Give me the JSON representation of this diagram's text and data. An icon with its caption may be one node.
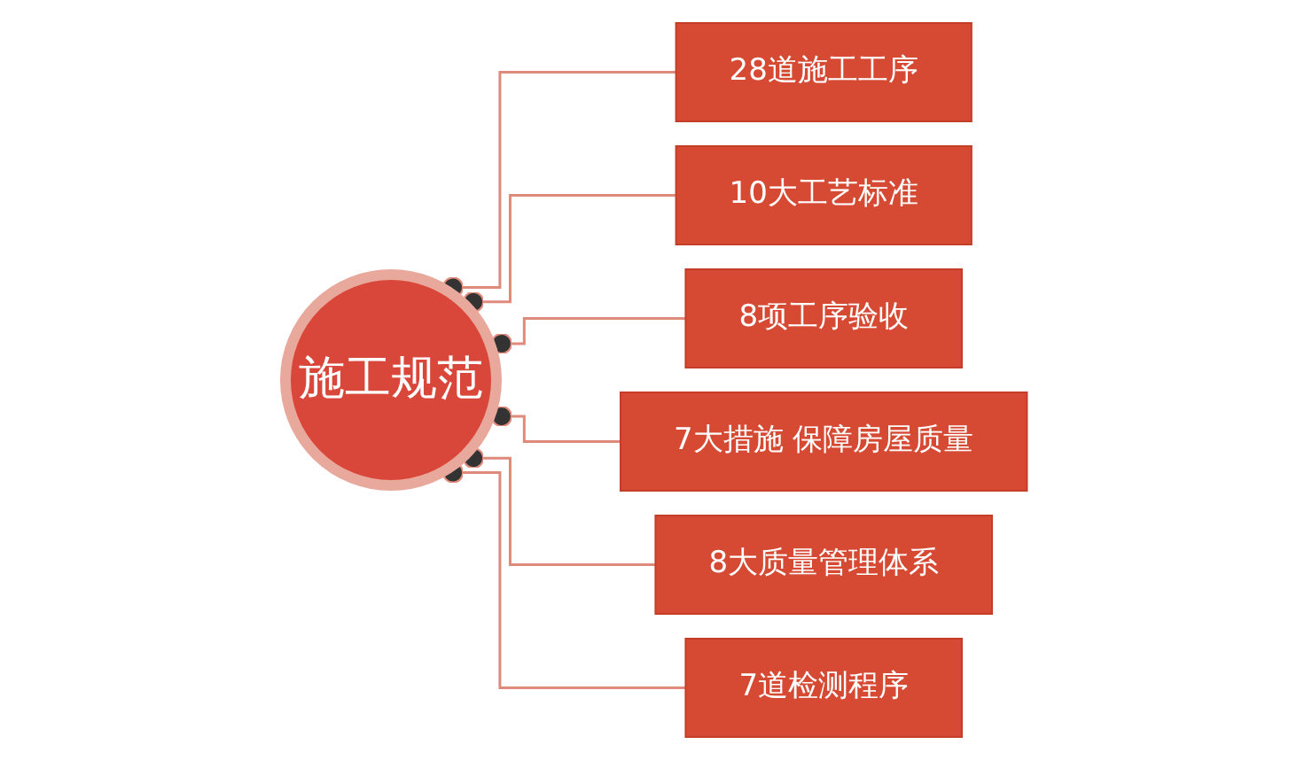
{
  "diagram": {
    "nodes": [
      {
        "text": [
          "施工规范"
        ]
      },
      {
        "text": [
          "28道施工工序"
        ]
      },
      {
        "text": [
          "10大工艺标准"
        ]
      },
      {
        "text": [
          "8项工序验收"
        ]
      },
      {
        "text": [
          "7大措施 保障房屋质量"
        ]
      },
      {
        "text": [
          "8大质量管理体系"
        ]
      },
      {
        "text": [
          "7道检测程序"
        ]
      }
    ],
    "edges": [
      {
        "from": 1,
        "to": 0,
        "arrow": "other"
      },
      {
        "from": 2,
        "to": 0,
        "arrow": "other"
      },
      {
        "from": 3,
        "to": 0,
        "arrow": "other"
      },
      {
        "from": 4,
        "to": 0,
        "arrow": "other"
      },
      {
        "from": 5,
        "to": 0,
        "arrow": "other"
      },
      {
        "from": 6,
        "to": 0,
        "arrow": "other"
      }
    ]
  }
}
